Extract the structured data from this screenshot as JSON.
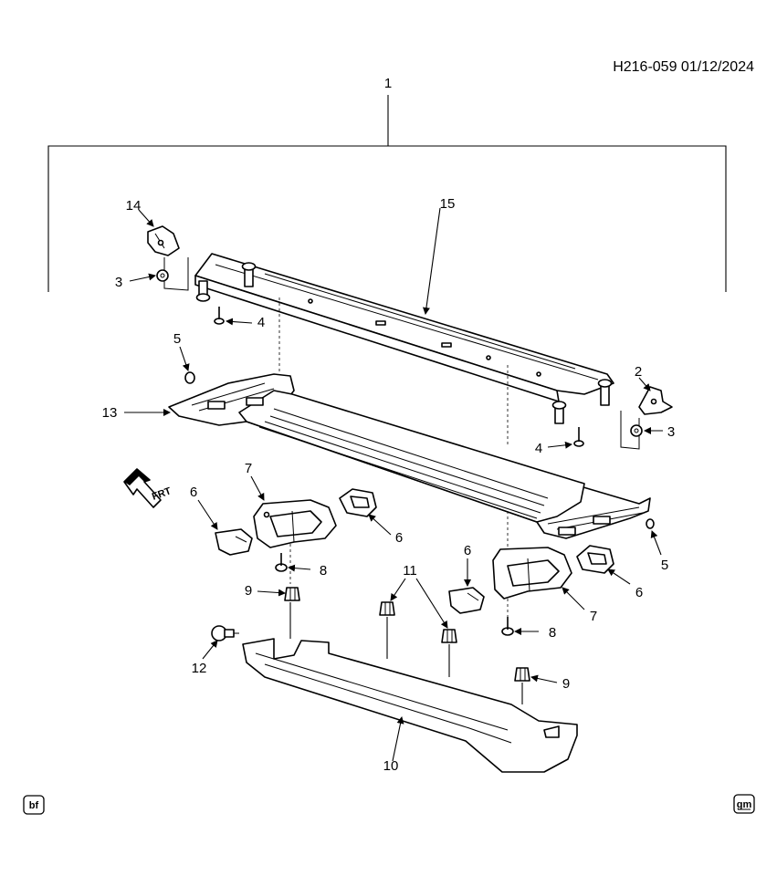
{
  "header": {
    "diagram_code": "H216-059  01/12/2024"
  },
  "callouts": {
    "c1": "1",
    "c14": "14",
    "c15": "15",
    "c3a": "3",
    "c4a": "4",
    "c5a": "5",
    "c13": "13",
    "c2": "2",
    "c3b": "3",
    "c4b": "4",
    "c7a": "7",
    "c6a": "6",
    "c6b": "6",
    "c8a": "8",
    "c9a": "9",
    "c11": "11",
    "c6c": "6",
    "c6d": "6",
    "c5b": "5",
    "c7b": "7",
    "c8b": "8",
    "c12": "12",
    "c9b": "9",
    "c10": "10"
  },
  "frt_label": "FRT",
  "badges": {
    "left": "bf",
    "right": "gm"
  },
  "icons": [
    "front-direction-arrow-icon",
    "gm-logo-icon"
  ]
}
